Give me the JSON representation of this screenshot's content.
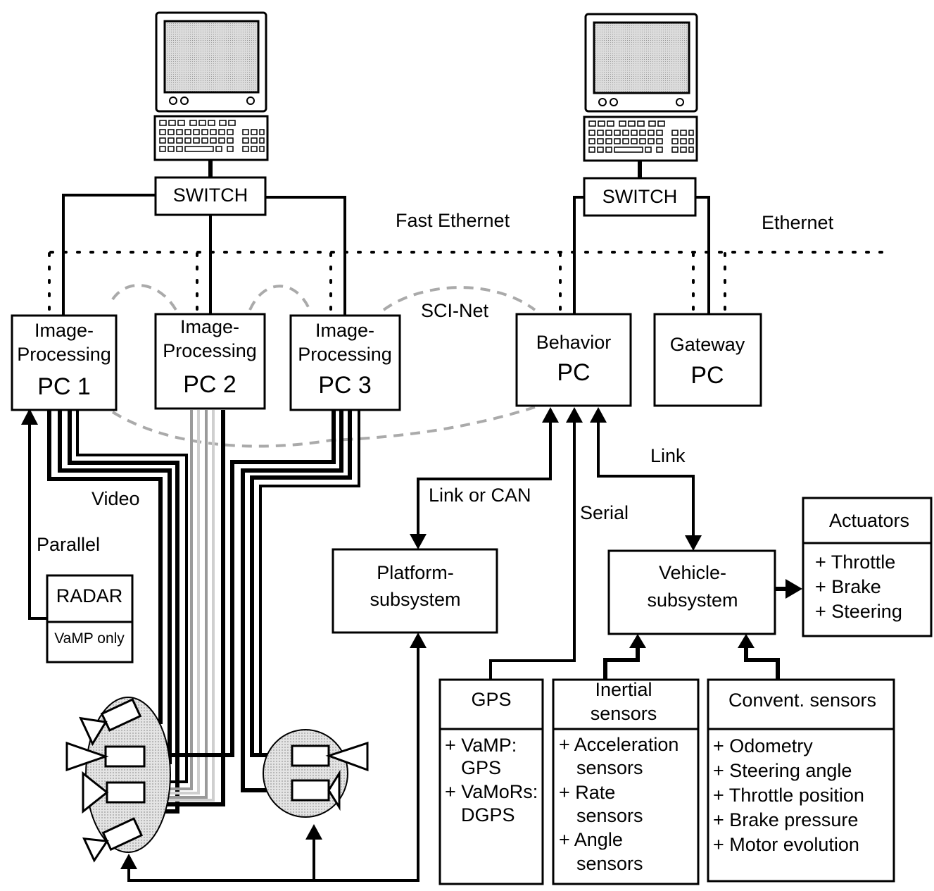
{
  "switch_labels": [
    "SWITCH",
    "SWITCH"
  ],
  "network_labels": {
    "fast_ethernet": "Fast Ethernet",
    "ethernet": "Ethernet",
    "sci_net": "SCI-Net"
  },
  "image_pcs": [
    {
      "line1": "Image-",
      "line2": "Processing",
      "line3": "PC 1"
    },
    {
      "line1": "Image-",
      "line2": "Processing",
      "line3": "PC 2"
    },
    {
      "line1": "Image-",
      "line2": "Processing",
      "line3": "PC 3"
    }
  ],
  "behavior_pc": {
    "line1": "Behavior",
    "line2": "PC"
  },
  "gateway_pc": {
    "line1": "Gateway",
    "line2": "PC"
  },
  "link_labels": {
    "video": "Video",
    "parallel": "Parallel",
    "link_or_can": "Link or CAN",
    "serial": "Serial",
    "link": "Link"
  },
  "radar": {
    "title": "RADAR",
    "note": "VaMP only"
  },
  "platform": {
    "line1": "Platform-",
    "line2": "subsystem"
  },
  "vehicle": {
    "line1": "Vehicle-",
    "line2": "subsystem"
  },
  "actuators": {
    "title": "Actuators",
    "items": [
      "+ Throttle",
      "+ Brake",
      "+ Steering"
    ]
  },
  "gps": {
    "title": "GPS",
    "items": [
      "+ VaMP:",
      "GPS",
      "+ VaMoRs:",
      "DGPS"
    ]
  },
  "inertial": {
    "title_line1": "Inertial",
    "title_line2": "sensors",
    "items": [
      "+ Acceleration",
      "sensors",
      "+ Rate",
      "sensors",
      "+ Angle",
      "sensors"
    ]
  },
  "convent": {
    "title": "Convent. sensors",
    "items": [
      "+ Odometry",
      "+ Steering angle",
      "+ Throttle position",
      "+ Brake pressure",
      "+ Motor evolution"
    ]
  }
}
